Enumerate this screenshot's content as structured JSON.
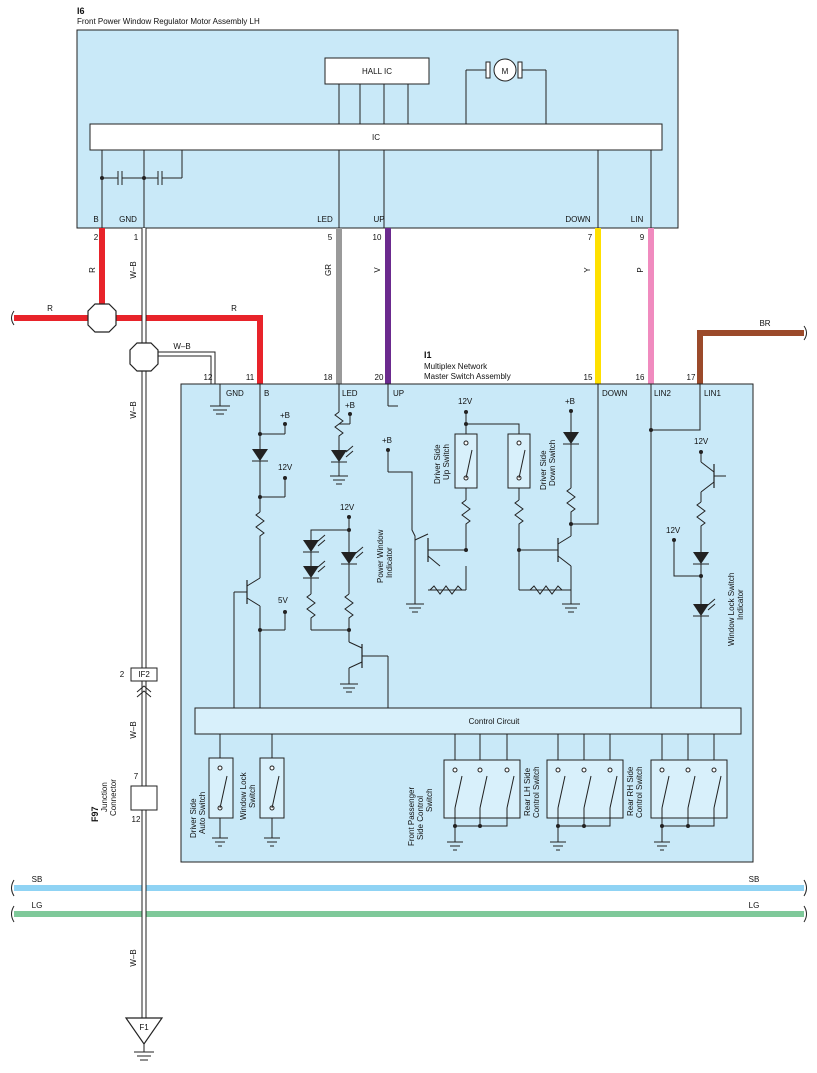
{
  "i6": {
    "code": "I6",
    "name": "Front Power Window Regulator Motor Assembly LH",
    "hall_ic": "HALL IC",
    "ic": "IC",
    "motor": "M",
    "terminals": [
      {
        "name": "B",
        "pin": "2",
        "wire": "R",
        "color": "#e8232a"
      },
      {
        "name": "GND",
        "pin": "1",
        "wire": "W–B",
        "color": "#ffffff"
      },
      {
        "name": "LED",
        "pin": "5",
        "wire": "GR",
        "color": "#9a9a9a"
      },
      {
        "name": "UP",
        "pin": "10",
        "wire": "V",
        "color": "#6b2a8e"
      },
      {
        "name": "DOWN",
        "pin": "7",
        "wire": "Y",
        "color": "#ffe000"
      },
      {
        "name": "LIN",
        "pin": "9",
        "wire": "P",
        "color": "#f08bbf"
      }
    ]
  },
  "i1": {
    "code": "I1",
    "name_line1": "Multiplex Network",
    "name_line2": "Master Switch Assembly",
    "terminals": [
      {
        "name": "GND",
        "pin": "12"
      },
      {
        "name": "B",
        "pin": "11"
      },
      {
        "name": "LED",
        "pin": "18"
      },
      {
        "name": "UP",
        "pin": "20"
      },
      {
        "name": "DOWN",
        "pin": "15"
      },
      {
        "name": "LIN2",
        "pin": "16"
      },
      {
        "name": "LIN1",
        "pin": "17"
      }
    ],
    "control_circuit": "Control Circuit",
    "labels": {
      "plus_b": "+B",
      "v12": "12V",
      "v5": "5V",
      "power_window_indicator_1": "Power Window",
      "power_window_indicator_2": "Indicator",
      "driver_up_1": "Driver Side",
      "driver_up_2": "Up Switch",
      "driver_down_1": "Driver Side",
      "driver_down_2": "Down Switch",
      "window_lock_ind_1": "Window Lock Switch",
      "window_lock_ind_2": "Indicator",
      "driver_auto_1": "Driver Side",
      "driver_auto_2": "Auto Switch",
      "window_lock_1": "Window Lock",
      "window_lock_2": "Switch",
      "front_pass_1": "Front Passenger",
      "front_pass_2": "Side Control",
      "front_pass_3": "Switch",
      "rear_lh_1": "Rear LH Side",
      "rear_lh_2": "Control Switch",
      "rear_rh_1": "Rear RH Side",
      "rear_rh_2": "Control Switch"
    }
  },
  "wires": {
    "r_left": "R",
    "r_right": "R",
    "wb_splice": "W–B",
    "wb_vertical": "W–B",
    "wb_lower": "W–B",
    "wb_bottom": "W–B",
    "br": "BR",
    "sb": "SB",
    "lg": "LG",
    "red": "#e8232a",
    "brown": "#9b4a2a",
    "sky": "#8fd3f4",
    "green": "#7fc99a"
  },
  "connector_if2": {
    "pin": "2",
    "name": "IF2"
  },
  "f97": {
    "code": "F97",
    "line1": "Junction",
    "line2": "Connector",
    "pin_top": "7",
    "pin_bottom": "12"
  },
  "ground_f1": "F1"
}
